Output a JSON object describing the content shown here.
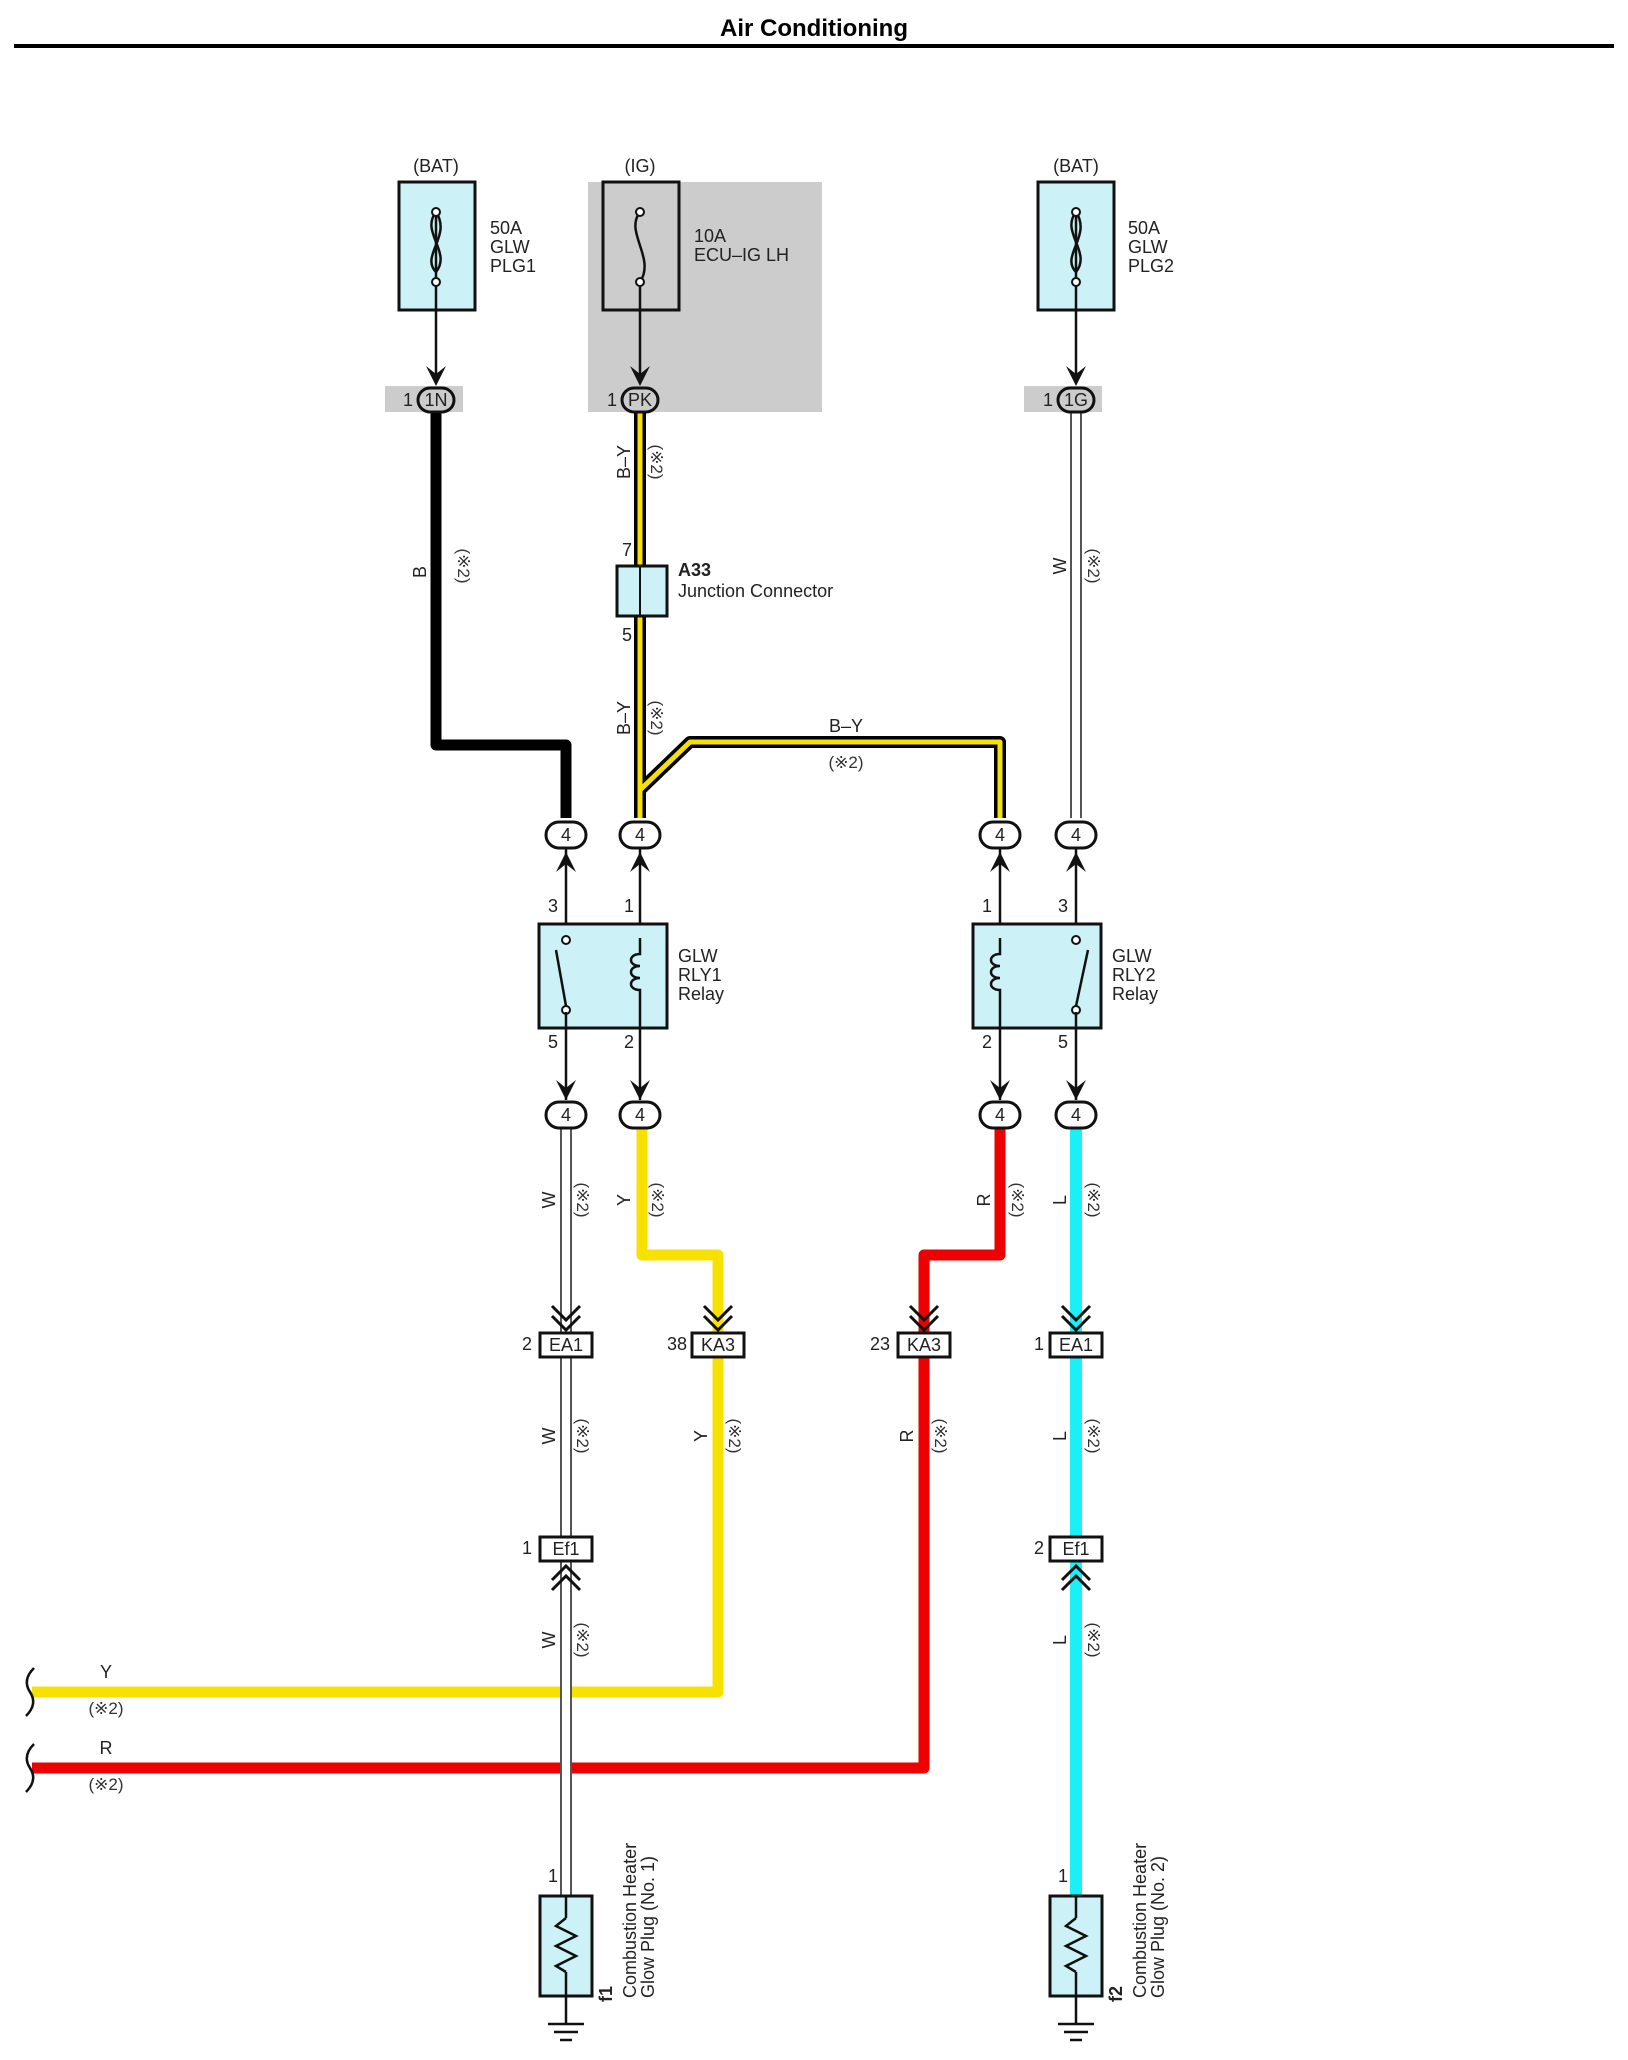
{
  "title": "Air Conditioning",
  "fuses": [
    {
      "source": "(BAT)",
      "line1": "50A",
      "line2": "GLW",
      "line3": "PLG1",
      "pin": "1",
      "connector": "1N"
    },
    {
      "source": "(IG)",
      "line1": "10A",
      "line2": "ECU–IG LH",
      "pin": "1",
      "connector": "PK"
    },
    {
      "source": "(BAT)",
      "line1": "50A",
      "line2": "GLW",
      "line3": "PLG2",
      "pin": "1",
      "connector": "1G"
    }
  ],
  "junction": {
    "code": "A33",
    "name": "Junction Connector",
    "pin_in": "7",
    "pin_out": "5"
  },
  "relays": [
    {
      "name1": "GLW",
      "name2": "RLY1",
      "name3": "Relay",
      "pin_tl": "3",
      "pin_tr": "1",
      "pin_bl": "5",
      "pin_br": "2"
    },
    {
      "name1": "GLW",
      "name2": "RLY2",
      "name3": "Relay",
      "pin_tl": "1",
      "pin_tr": "3",
      "pin_bl": "2",
      "pin_br": "5"
    }
  ],
  "relay_connector": "4",
  "connectors": [
    {
      "pin": "2",
      "name": "EA1"
    },
    {
      "pin": "38",
      "name": "KA3"
    },
    {
      "pin": "23",
      "name": "KA3"
    },
    {
      "pin": "1",
      "name": "EA1"
    },
    {
      "pin": "1",
      "name": "Ef1"
    },
    {
      "pin": "2",
      "name": "Ef1"
    }
  ],
  "wire_colors": {
    "B": "B",
    "BY": "B–Y",
    "W": "W",
    "Y": "Y",
    "R": "R",
    "L": "L"
  },
  "note": "(※2)",
  "heaters": [
    {
      "code": "f1",
      "line1": "Combustion Heater",
      "line2": "Glow Plug (No. 1)",
      "pin": "1"
    },
    {
      "code": "f2",
      "line1": "Combustion Heater",
      "line2": "Glow Plug (No. 2)",
      "pin": "1"
    }
  ],
  "palette": {
    "black": "#000000",
    "yellow": "#f7e100",
    "red": "#ee0000",
    "cyan": "#19f0f7",
    "white_wire": "#ffffff",
    "component": "#ccf2f7",
    "shade": "#cccccc"
  }
}
